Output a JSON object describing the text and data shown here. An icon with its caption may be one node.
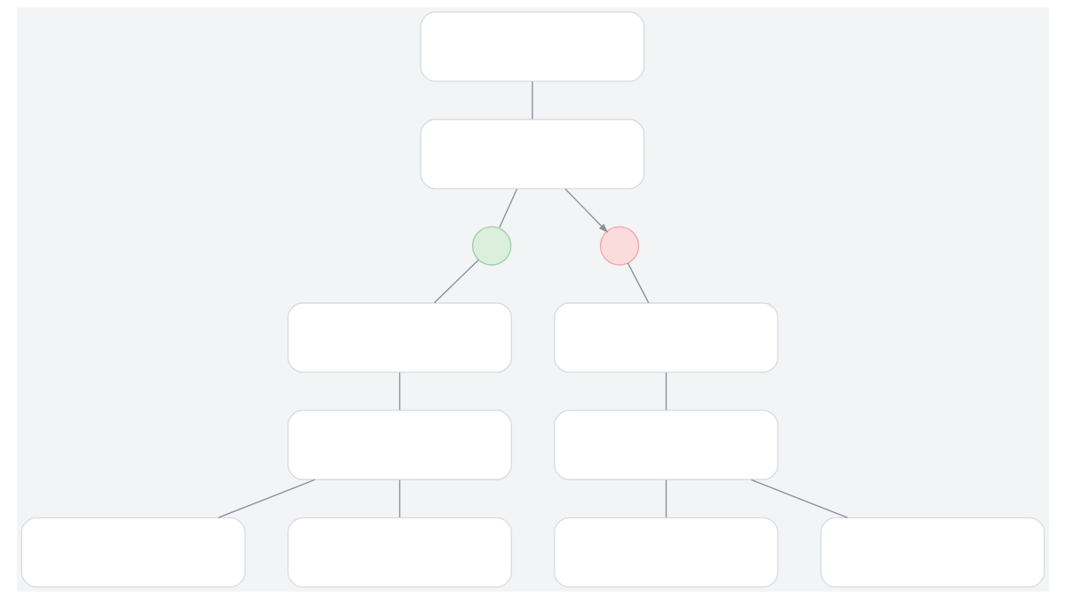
{
  "diagram": {
    "nodes": [
      {
        "text": [],
        "shape": "box"
      },
      {
        "text": [],
        "shape": "box"
      },
      {
        "text": [],
        "shape": "circle"
      },
      {
        "text": [],
        "shape": "circle"
      },
      {
        "text": [],
        "shape": "box"
      },
      {
        "text": [],
        "shape": "box"
      },
      {
        "text": [],
        "shape": "box"
      },
      {
        "text": [],
        "shape": "box"
      },
      {
        "text": [],
        "shape": "box"
      },
      {
        "text": [],
        "shape": "box"
      },
      {
        "text": [],
        "shape": "box"
      },
      {
        "text": [],
        "shape": "box"
      }
    ],
    "edges": [
      {
        "from": 0,
        "to": 1,
        "arrow": "none"
      },
      {
        "from": 1,
        "to": 2,
        "arrow": "none"
      },
      {
        "from": 1,
        "to": 3,
        "arrow": "to"
      },
      {
        "from": 2,
        "to": 4,
        "arrow": "none"
      },
      {
        "from": 3,
        "to": 5,
        "arrow": "none"
      },
      {
        "from": 4,
        "to": 6,
        "arrow": "none"
      },
      {
        "from": 5,
        "to": 7,
        "arrow": "none"
      },
      {
        "from": 6,
        "to": 8,
        "arrow": "none"
      },
      {
        "from": 6,
        "to": 9,
        "arrow": "none"
      },
      {
        "from": 7,
        "to": 10,
        "arrow": "none"
      },
      {
        "from": 7,
        "to": 11,
        "arrow": "none"
      }
    ]
  }
}
